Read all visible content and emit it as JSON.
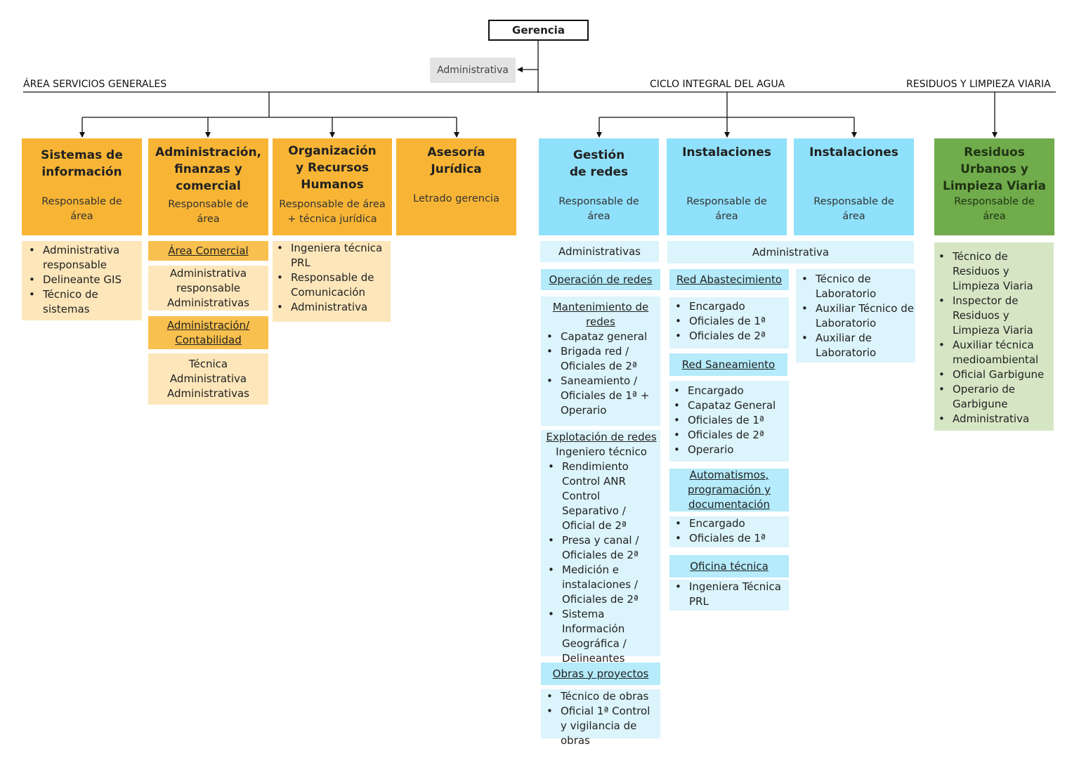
{
  "top": {
    "gerencia": "Gerencia",
    "administrativa": "Administrativa"
  },
  "sections": {
    "generales": "ÁREA SERVICIOS GENERALES",
    "agua": "CICLO INTEGRAL DEL AGUA",
    "residuos": "RESIDUOS Y LIMPIEZA VIARIA"
  },
  "sistemas": {
    "title": "Sistemas de información",
    "subtitle": "Responsable de área",
    "items": [
      "Administrativa responsable",
      "Delineante GIS",
      "Técnico de sistemas"
    ]
  },
  "administracion": {
    "title": "Administración, finanzas y comercial",
    "subtitle": "Responsable de área",
    "comercial": {
      "label": "Área Comercial",
      "lines": [
        "Administrativa",
        "responsable",
        "Administrativas"
      ]
    },
    "contabilidad": {
      "label": "Administración/ Contabilidad",
      "lines": [
        "Técnica",
        "Administrativa",
        "Administrativas"
      ]
    }
  },
  "organizacion": {
    "title": "Organización y Recursos Humanos",
    "subtitle": "Responsable de área + técnica jurídica",
    "items": [
      "Ingeniera técnica PRL",
      "Responsable de Comunicación",
      "Administrativa"
    ]
  },
  "asesoria": {
    "title": "Asesoría Jurídica",
    "subtitle": "Letrado gerencia"
  },
  "gestion": {
    "title": "Gestión de redes",
    "subtitle": "Responsable de área",
    "admin": "Administrativas",
    "operacion": {
      "label": "Operación de redes"
    },
    "mantenimiento": {
      "label": "Mantenimiento de redes",
      "items": [
        "Capataz general",
        "Brigada red / Oficiales de 2ª",
        "Saneamiento / Oficiales de 1ª + Operario"
      ]
    },
    "explotacion": {
      "label": "Explotación de redes",
      "intro": "Ingeniero técnico",
      "items": [
        "Rendimiento Control ANR Control Separativo / Oficial de 2ª",
        "Presa y canal / Oficiales de 2ª",
        "Medición e instalaciones / Oficiales de 2ª",
        "Sistema Información Geográfica / Delineantes"
      ]
    },
    "obras": {
      "label": "Obras y proyectos",
      "items": [
        "Técnico de obras",
        "Oficial 1ª Control y vigilancia de obras"
      ]
    }
  },
  "instalaciones1": {
    "title": "Instalaciones",
    "subtitle": "Responsable de área",
    "admin": "Administrativa",
    "abastecimiento": {
      "label": "Red Abastecimiento",
      "items": [
        "Encargado",
        "Oficiales de 1ª",
        "Oficiales de 2ª"
      ]
    },
    "saneamiento": {
      "label": "Red Saneamiento",
      "items": [
        "Encargado",
        "Capataz General",
        "Oficiales de 1ª",
        "Oficiales de 2ª",
        "Operario"
      ]
    },
    "automatismos": {
      "label": "Automatismos, programación y documentación",
      "items": [
        "Encargado",
        "Oficiales de 1ª"
      ]
    },
    "oficina": {
      "label": "Oficina técnica",
      "items": [
        "Ingeniera Técnica PRL"
      ]
    }
  },
  "instalaciones2": {
    "title": "Instalaciones",
    "subtitle": "Responsable de área",
    "items": [
      "Técnico de Laboratorio",
      "Auxiliar Técnico de Laboratorio",
      "Auxiliar de Laboratorio"
    ]
  },
  "residuos": {
    "title": "Residuos Urbanos y Limpieza Viaria",
    "subtitle": "Responsable de área",
    "items": [
      "Técnico de Residuos y Limpieza Viaria",
      "Inspector de Residuos y Limpieza Viaria",
      "Auxiliar técnica medioambiental",
      "Oficial Garbigune",
      "Operario de Garbigune",
      "Administrativa"
    ]
  },
  "colors": {
    "orange": "#f8b535",
    "orange_light": "#fce6ba",
    "blue": "#8fe1fb",
    "blue_light": "#dcf4fb",
    "green": "#70ac4b",
    "green_light": "#d6e6c5"
  }
}
